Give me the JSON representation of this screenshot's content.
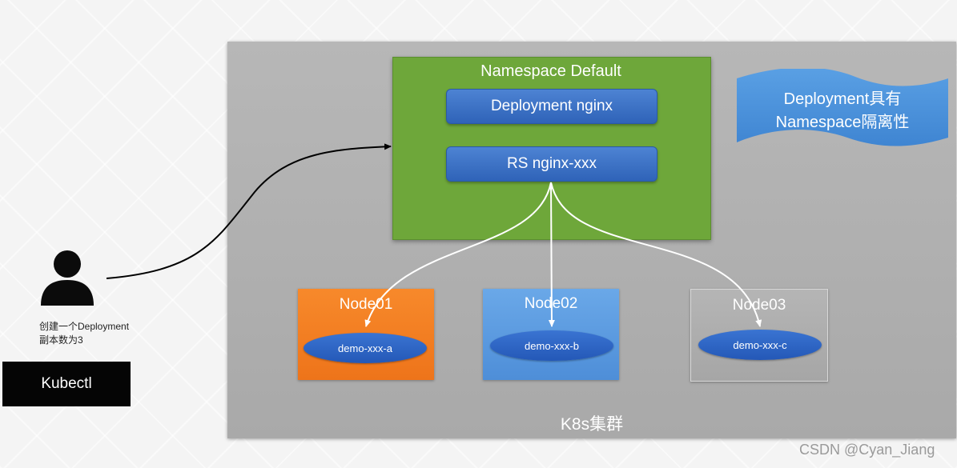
{
  "cluster": {
    "label": "K8s集群"
  },
  "namespace": {
    "label": "Namespace Default"
  },
  "deployment": {
    "label": "Deployment nginx"
  },
  "replicaset": {
    "label": "RS nginx-xxx"
  },
  "banner": {
    "line1": "Deployment具有",
    "line2": "Namespace隔离性",
    "color": "#4a90d9"
  },
  "nodes": [
    {
      "label": "Node01",
      "pod": "demo-xxx-a",
      "color": "#f47f22"
    },
    {
      "label": "Node02",
      "pod": "demo-xxx-b",
      "color": "#5b9be0"
    },
    {
      "label": "Node03",
      "pod": "demo-xxx-c",
      "color": "#aeaeae"
    }
  ],
  "user": {
    "caption_line1": "创建一个Deployment",
    "caption_line2": "副本数为3",
    "icon": "user-icon"
  },
  "kubectl": {
    "label": "Kubectl"
  },
  "watermark": "CSDN @Cyan_Jiang"
}
